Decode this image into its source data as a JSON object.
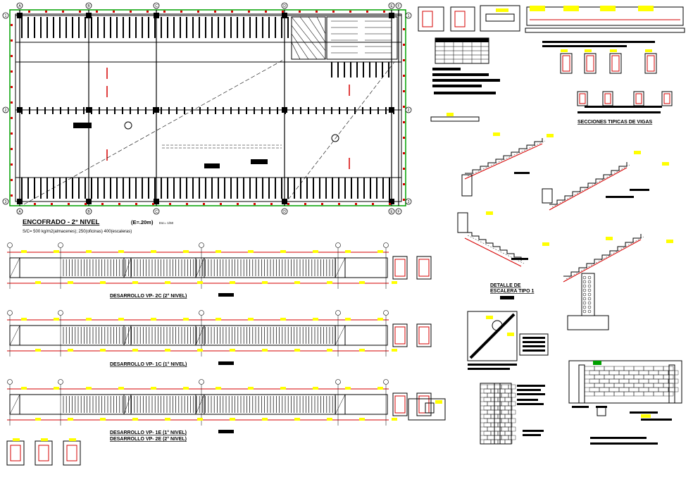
{
  "plan": {
    "title": "ENCOFRADO - 2° NIVEL",
    "title_scale": "(E=.20m)",
    "scale_note": "Esc= 1/50",
    "load_note": "S/C= 500 kg/m2(almacenes); 250(oficinas) 400(escaleras)",
    "col_axes": [
      "A",
      "B",
      "C",
      "D",
      "E",
      "F"
    ],
    "row_axes": [
      "1",
      "2",
      "3"
    ]
  },
  "beam_sections_title": "SECCIONES TIPICAS DE VIGAS",
  "stair_title_1": "DETALLE DE",
  "stair_title_2": "ESCALERA TIPO 1",
  "beams": [
    {
      "label": "DESARROLLO VP- 2C  (2° NIVEL)"
    },
    {
      "label": "DESARROLLO VP- 1C  (1° NIVEL)"
    },
    {
      "label": "DESARROLLO VP- 1E  (1° NIVEL)"
    },
    {
      "label": "DESARROLLO VP- 2E  (2° NIVEL)"
    }
  ],
  "colors": {
    "line": "#000000",
    "rebar": "#d60000",
    "highlight": "#ffff00",
    "grid_green": "#00a000"
  }
}
